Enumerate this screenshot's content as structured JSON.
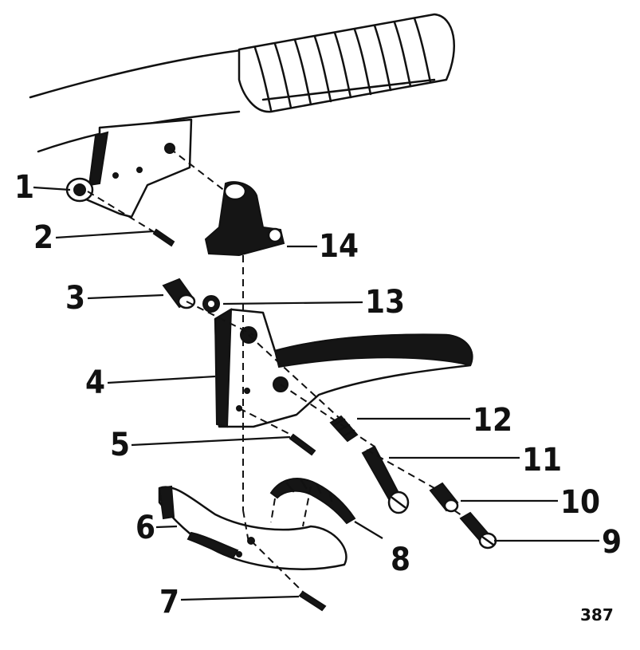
{
  "callouts": {
    "c1": "1",
    "c2": "2",
    "c3": "3",
    "c4": "4",
    "c5": "5",
    "c6": "6",
    "c7": "7",
    "c8": "8",
    "c9": "9",
    "c10": "10",
    "c11": "11",
    "c12": "12",
    "c13": "13",
    "c14": "14"
  },
  "figure_number": "387",
  "colors": {
    "ink": "#111111",
    "paper": "#ffffff"
  }
}
